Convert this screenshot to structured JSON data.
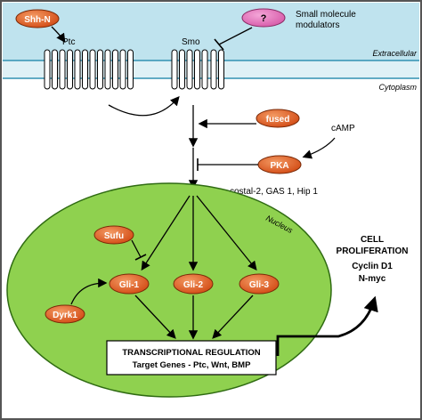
{
  "labels": {
    "shh": "Shh-N",
    "ptc": "Ptc",
    "smo": "Smo",
    "question": "?",
    "small_molecule_1": "Small molecule",
    "small_molecule_2": "modulators",
    "extracellular": "Extracellular",
    "cytoplasm": "Cytoplasm",
    "fused": "fused",
    "camp": "cAMP",
    "pka": "PKA",
    "costal": "costal-2, GAS 1, Hip 1",
    "nucleus": "Nucleus",
    "sufu": "Sufu",
    "gli1": "Gli-1",
    "gli2": "Gli-2",
    "gli3": "Gli-3",
    "dyrk1": "Dyrk1",
    "cell_prolif_1": "CELL",
    "cell_prolif_2": "PROLIFERATION",
    "cyclin": "Cyclin D1",
    "nmyc": "N-myc",
    "tr_title": "TRANSCRIPTIONAL REGULATION",
    "tr_sub": "Target Genes - Ptc, Wnt, BMP"
  },
  "colors": {
    "extracellular_bg": "#bfe3ee",
    "membrane_line": "#2f8fb0",
    "nucleus_fill": "#8fd14f",
    "oval_fill": "#e0571f",
    "oval_highlight": "#f08a4e",
    "question_fill": "#e77bbf",
    "arrow": "#000000"
  }
}
